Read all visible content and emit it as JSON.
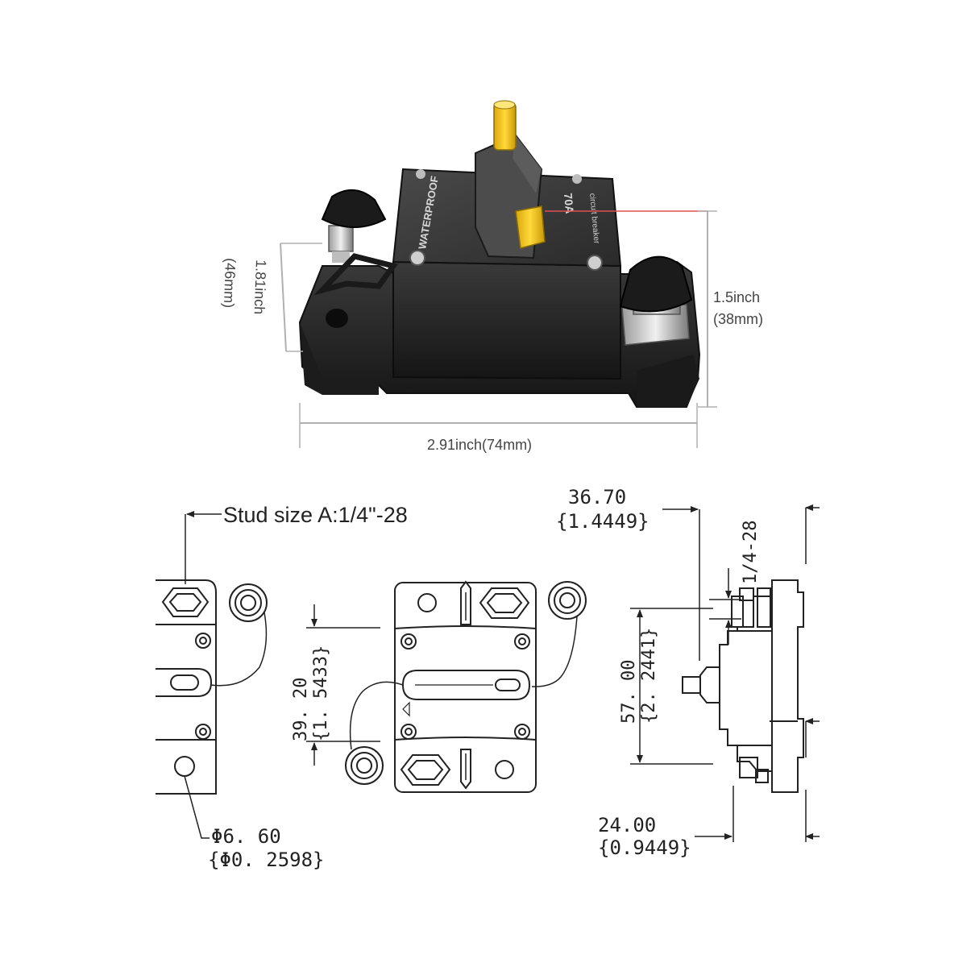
{
  "photo": {
    "breaker_brand_text": "WATERPROOF",
    "breaker_rating_text": "70A",
    "breaker_sub_text": "circuit breaker",
    "dim_depth": "1.81inch",
    "dim_depth_mm": "(46mm)",
    "dim_height": "1.5inch",
    "dim_height_mm": "(38mm)",
    "dim_width": "2.91inch(74mm)"
  },
  "drawing": {
    "stud_size": "Stud size A:1/4\"-28",
    "hole_dia_mm": "Φ6. 60",
    "hole_dia_in": "{Φ0. 2598}",
    "spacing_mm": "39. 20",
    "spacing_in": "{1. 5433}",
    "top_offset_mm": "36.70",
    "top_offset_in": "{1.4449}",
    "thread": "1/4-28",
    "length_mm": "57. 00",
    "length_in": "{2. 2441}",
    "base_mm": "24.00",
    "base_in": "{0.9449}"
  },
  "colors": {
    "body": "#2a2a2a",
    "accent": "#f2c416",
    "line": "#222222",
    "dimline": "#b0b0b0"
  }
}
